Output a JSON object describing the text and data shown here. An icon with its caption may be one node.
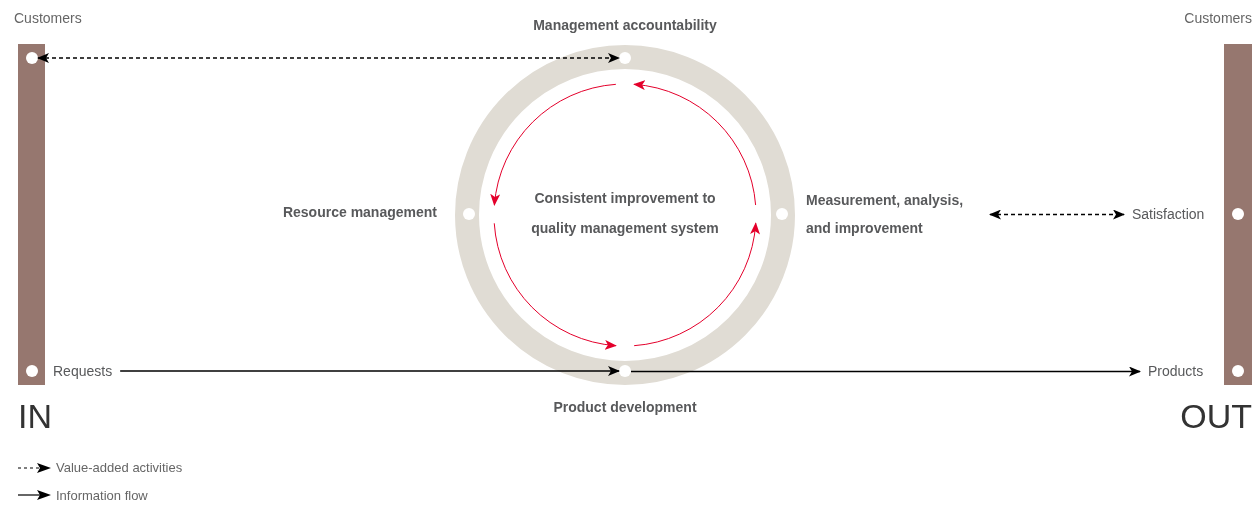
{
  "diagram": {
    "nodes": [
      {
        "text": [
          "Customers"
        ],
        "beside": [
          "IN"
        ]
      },
      {
        "text": [],
        "shape": "circle",
        "in": 0
      },
      {
        "text": [],
        "shape": "circle",
        "in": 0
      },
      {
        "text": [
          "Requests"
        ]
      },
      {
        "text": [
          "Consistent improvement to quality management system"
        ]
      },
      {
        "text": [
          "Management accountability"
        ]
      },
      {
        "text": [],
        "shape": "circle",
        "in": 4
      },
      {
        "text": [
          "Resource management"
        ]
      },
      {
        "text": [],
        "shape": "circle",
        "in": 4
      },
      {
        "text": [
          "Measurement, analysis, and improvement"
        ]
      },
      {
        "text": [],
        "shape": "circle",
        "in": 4
      },
      {
        "text": [],
        "shape": "circle",
        "in": 4
      },
      {
        "text": [
          "Product development"
        ]
      },
      {
        "text": [
          "Customers"
        ],
        "beside": [
          "OUT"
        ]
      },
      {
        "text": [
          "Satisfaction"
        ]
      },
      {
        "text": [],
        "shape": "circle",
        "in": 13
      },
      {
        "text": [
          "Products"
        ]
      },
      {
        "text": [],
        "shape": "circle",
        "in": 13
      }
    ],
    "edges": [
      {
        "from": 1,
        "to": 6,
        "arrow": "both",
        "style": "dashed"
      },
      {
        "from": 9,
        "to": 14,
        "arrow": "both",
        "style": "dashed"
      },
      {
        "from": 3,
        "to": 11,
        "arrow": "to"
      },
      {
        "from": 11,
        "to": 16,
        "arrow": "to"
      },
      {
        "from": 10,
        "to": 6,
        "arrow": "to",
        "color": "#e4002b"
      },
      {
        "from": 6,
        "to": 8,
        "arrow": "to",
        "color": "#e4002b"
      },
      {
        "from": 8,
        "to": 11,
        "arrow": "to",
        "color": "#e4002b"
      },
      {
        "from": 11,
        "to": 10,
        "arrow": "to",
        "color": "#e4002b"
      }
    ],
    "legend": [
      {
        "text": "Value-added activities"
      },
      {
        "text": "Information flow"
      }
    ]
  }
}
